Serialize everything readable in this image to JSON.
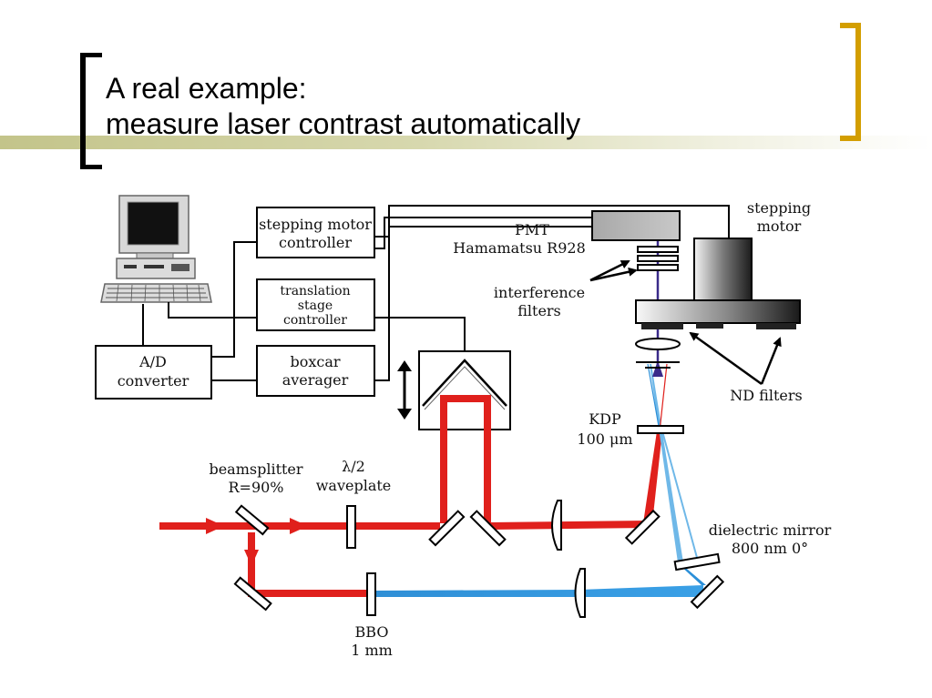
{
  "slide": {
    "title_line1": "A real example:",
    "title_line2": "measure laser contrast automatically"
  },
  "colors": {
    "bracket_left": "#000000",
    "bracket_right": "#d39e00",
    "title_bar": "#c3c48a",
    "red_beam": "#e0201c",
    "blue_beam": "#2b8fd8"
  },
  "diagram": {
    "boxes": {
      "stepping_motor_controller": [
        "stepping motor",
        "controller"
      ],
      "translation_stage_controller": [
        "translation",
        "stage",
        "controller"
      ],
      "ad_converter": [
        "A/D",
        "converter"
      ],
      "boxcar_averager": [
        "boxcar",
        "averager"
      ]
    },
    "labels": {
      "pmt": [
        "PMT",
        "Hamamatsu R928"
      ],
      "stepping_motor": [
        "stepping",
        "motor"
      ],
      "interference_filters": [
        "interference",
        "filters"
      ],
      "nd_filters": "ND filters",
      "kdp": [
        "KDP",
        "100 μm"
      ],
      "beamsplitter": [
        "beamsplitter",
        "R=90%"
      ],
      "waveplate": [
        "λ/2",
        "waveplate"
      ],
      "dielectric_mirror": [
        "dielectric mirror",
        "800 nm 0°"
      ],
      "bbo": [
        "BBO",
        "1 mm"
      ]
    }
  }
}
